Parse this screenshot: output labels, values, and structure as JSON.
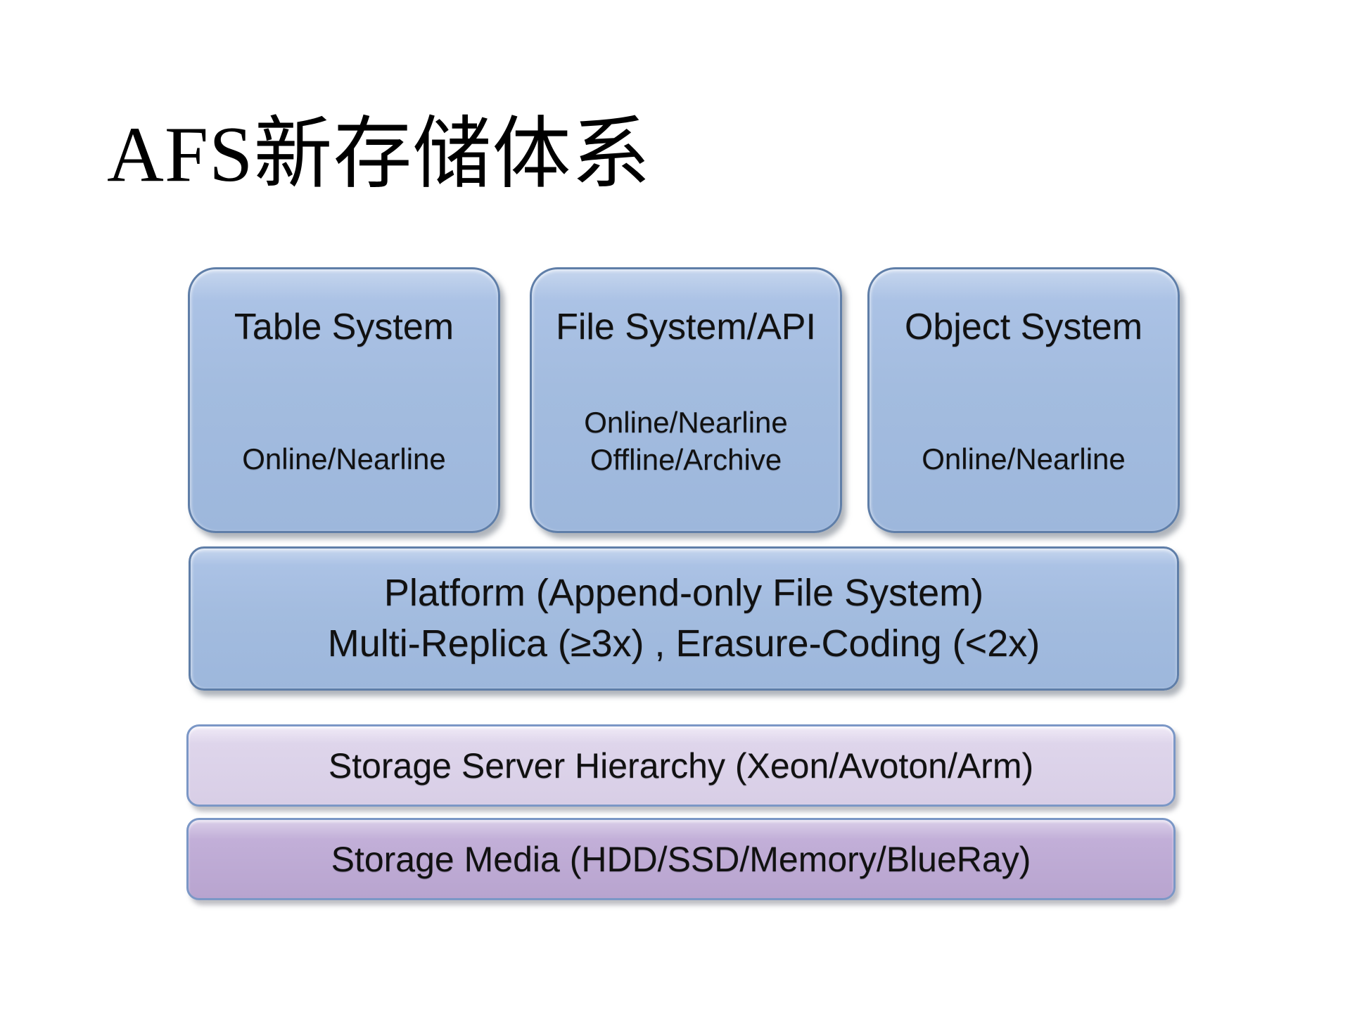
{
  "title": "AFS新存储体系",
  "diagram": {
    "top_boxes": [
      {
        "title": "Table System",
        "line1": "Online/Nearline",
        "line2": ""
      },
      {
        "title": "File System/API",
        "line1": "Online/Nearline",
        "line2": "Offline/Archive"
      },
      {
        "title": "Object System",
        "line1": "Online/Nearline",
        "line2": ""
      }
    ],
    "platform": {
      "line1": "Platform (Append-only File System)",
      "line2": "Multi-Replica (≥3x) , Erasure-Coding (<2x)"
    },
    "server_bar": {
      "label": "Storage Server Hierarchy (Xeon/Avoton/Arm)"
    },
    "media_bar": {
      "label": "Storage Media (HDD/SSD/Memory/BlueRay)"
    }
  },
  "colors": {
    "background": "#ffffff",
    "text": "#111111",
    "blue_fill": "#a3bcdf",
    "blue_border": "#5f7ea8",
    "light_purple_fill": "#d8cee6",
    "dark_purple_fill": "#b8a4cf",
    "purple_border": "#7b97c6"
  }
}
